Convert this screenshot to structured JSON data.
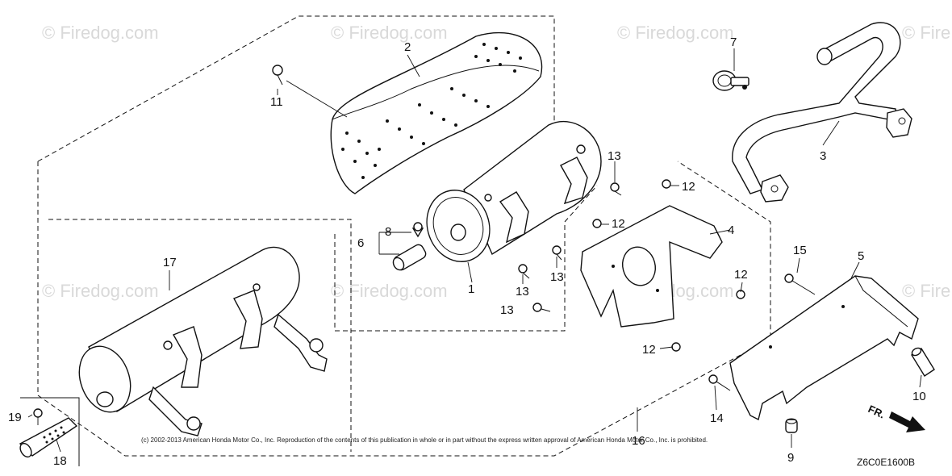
{
  "watermarks": [
    "© Firedog.com",
    "© Firedog.com",
    "© Firedog.com",
    "© Fire",
    "© Firedog.com",
    "© Firedog.com",
    "© Firedog.com",
    "© Fire"
  ],
  "callouts": [
    "1",
    "2",
    "3",
    "4",
    "5",
    "6",
    "7",
    "8",
    "9",
    "10",
    "11",
    "12",
    "12",
    "12",
    "12",
    "13",
    "13",
    "13",
    "13",
    "14",
    "15",
    "16",
    "17",
    "18",
    "19"
  ],
  "copyright": "(c) 2002-2013 American Honda Motor Co., Inc. Reproduction of the contents of this publication in whole or in part without the express written approval of American Honda Motor Co., Inc. is prohibited.",
  "diagram_code": "Z6C0E1600B",
  "direction_label": "FR."
}
